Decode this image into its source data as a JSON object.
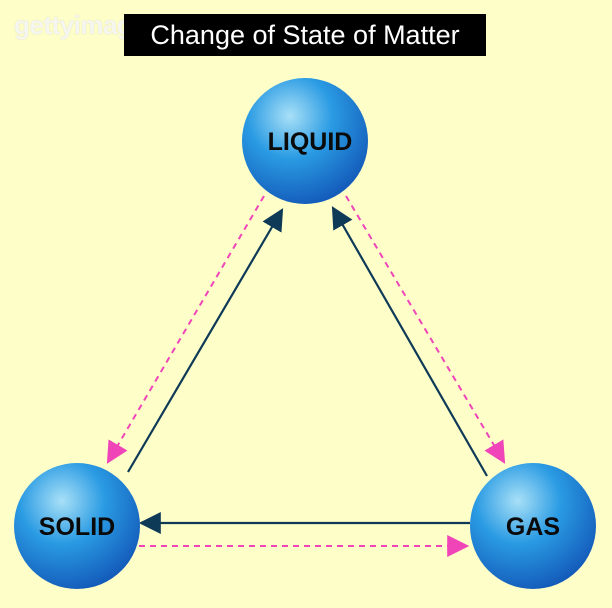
{
  "watermark": {
    "brand": "gettyimages",
    "mark": "®"
  },
  "title": "Change of State of Matter",
  "colors": {
    "background": "#fefec9",
    "title_bg": "#000000",
    "title_text": "#ffffff",
    "sphere_light": "#a8e0f7",
    "sphere_mid": "#2a9be3",
    "sphere_dark": "#1257b7",
    "solid_arrow": "#0e3a57",
    "dashed_arrow": "#ef45b8",
    "label": "#0a0a0a"
  },
  "nodes": {
    "liquid": {
      "label": "LIQUID"
    },
    "solid": {
      "label": "SOLID"
    },
    "gas": {
      "label": "GAS"
    }
  },
  "transitions": [
    {
      "from": "solid",
      "to": "liquid",
      "style": "solid"
    },
    {
      "from": "gas",
      "to": "liquid",
      "style": "solid"
    },
    {
      "from": "gas",
      "to": "solid",
      "style": "solid"
    },
    {
      "from": "liquid",
      "to": "solid",
      "style": "dashed"
    },
    {
      "from": "liquid",
      "to": "gas",
      "style": "dashed"
    },
    {
      "from": "solid",
      "to": "gas",
      "style": "dashed"
    }
  ]
}
